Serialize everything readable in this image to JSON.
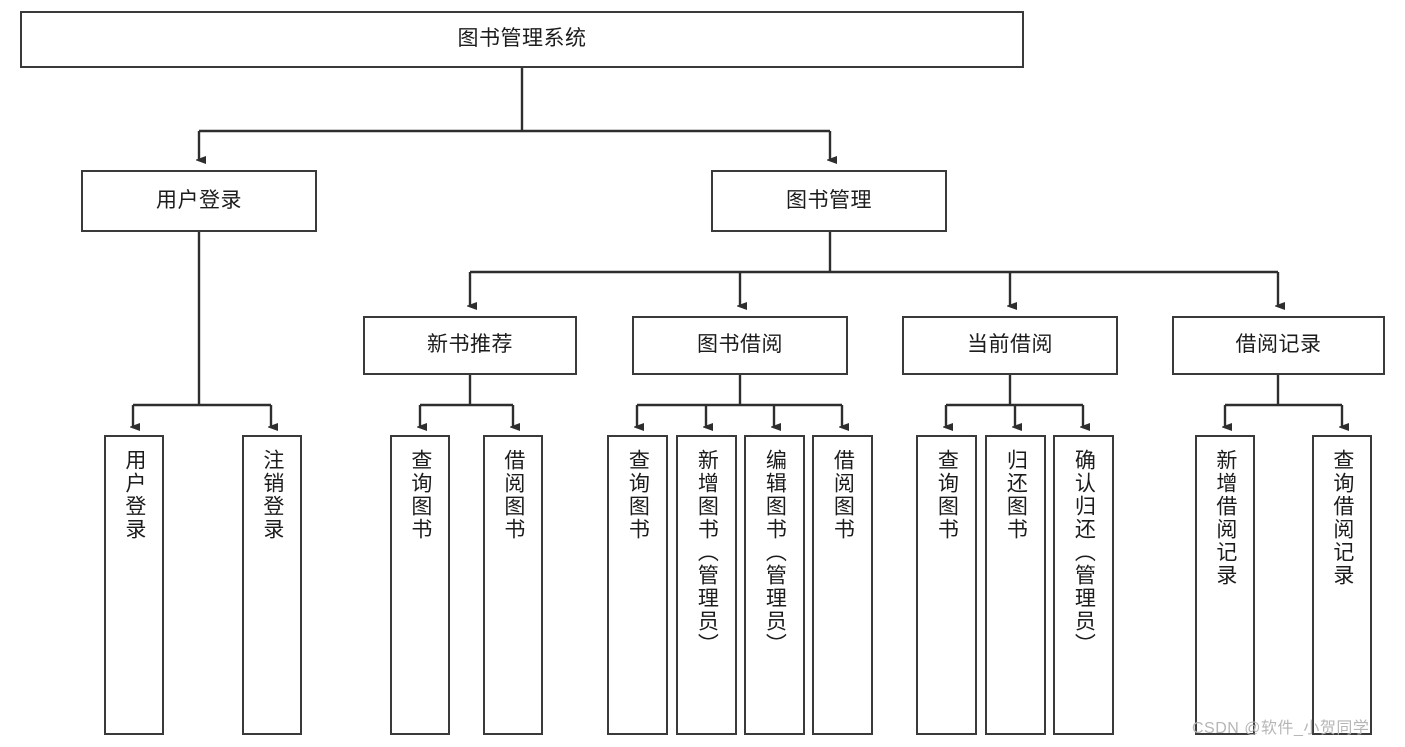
{
  "diagram": {
    "type": "tree-hierarchy-chart",
    "title": "图书管理系统",
    "root": {
      "id": "root",
      "label": "图书管理系统"
    },
    "level2": [
      {
        "id": "user-login",
        "label": "用户登录"
      },
      {
        "id": "book-management",
        "label": "图书管理"
      }
    ],
    "level3": [
      {
        "id": "new-book-recommend",
        "label": "新书推荐",
        "parent": "book-management"
      },
      {
        "id": "book-borrow",
        "label": "图书借阅",
        "parent": "book-management"
      },
      {
        "id": "current-borrow",
        "label": "当前借阅",
        "parent": "book-management"
      },
      {
        "id": "borrow-record",
        "label": "借阅记录",
        "parent": "book-management"
      }
    ],
    "leaves": [
      {
        "id": "leaf-user-login",
        "label": "用户登录",
        "parent": "user-login"
      },
      {
        "id": "leaf-logout",
        "label": "注销登录",
        "parent": "user-login"
      },
      {
        "id": "leaf-query-book-1",
        "label": "查询图书",
        "parent": "new-book-recommend"
      },
      {
        "id": "leaf-borrow-book-1",
        "label": "借阅图书",
        "parent": "new-book-recommend"
      },
      {
        "id": "leaf-query-book-2",
        "label": "查询图书",
        "parent": "book-borrow"
      },
      {
        "id": "leaf-add-book",
        "label": "新增图书（管理员）",
        "parent": "book-borrow"
      },
      {
        "id": "leaf-edit-book",
        "label": "编辑图书（管理员）",
        "parent": "book-borrow"
      },
      {
        "id": "leaf-borrow-book-2",
        "label": "借阅图书",
        "parent": "book-borrow"
      },
      {
        "id": "leaf-query-book-3",
        "label": "查询图书",
        "parent": "current-borrow"
      },
      {
        "id": "leaf-return-book",
        "label": "归还图书",
        "parent": "current-borrow"
      },
      {
        "id": "leaf-confirm-return",
        "label": "确认归还（管理员）",
        "parent": "current-borrow"
      },
      {
        "id": "leaf-add-record",
        "label": "新增借阅记录",
        "parent": "borrow-record"
      },
      {
        "id": "leaf-query-record",
        "label": "查询借阅记录",
        "parent": "borrow-record"
      }
    ]
  },
  "watermark": {
    "text": "CSDN @软件_小贺同学"
  },
  "colors": {
    "box_border": "#3a3a3a",
    "box_fill": "#ffffff",
    "text": "#1c1c1c",
    "wire": "#2e2e2e",
    "watermark": "#b6b6b6",
    "background": "#ffffff"
  }
}
